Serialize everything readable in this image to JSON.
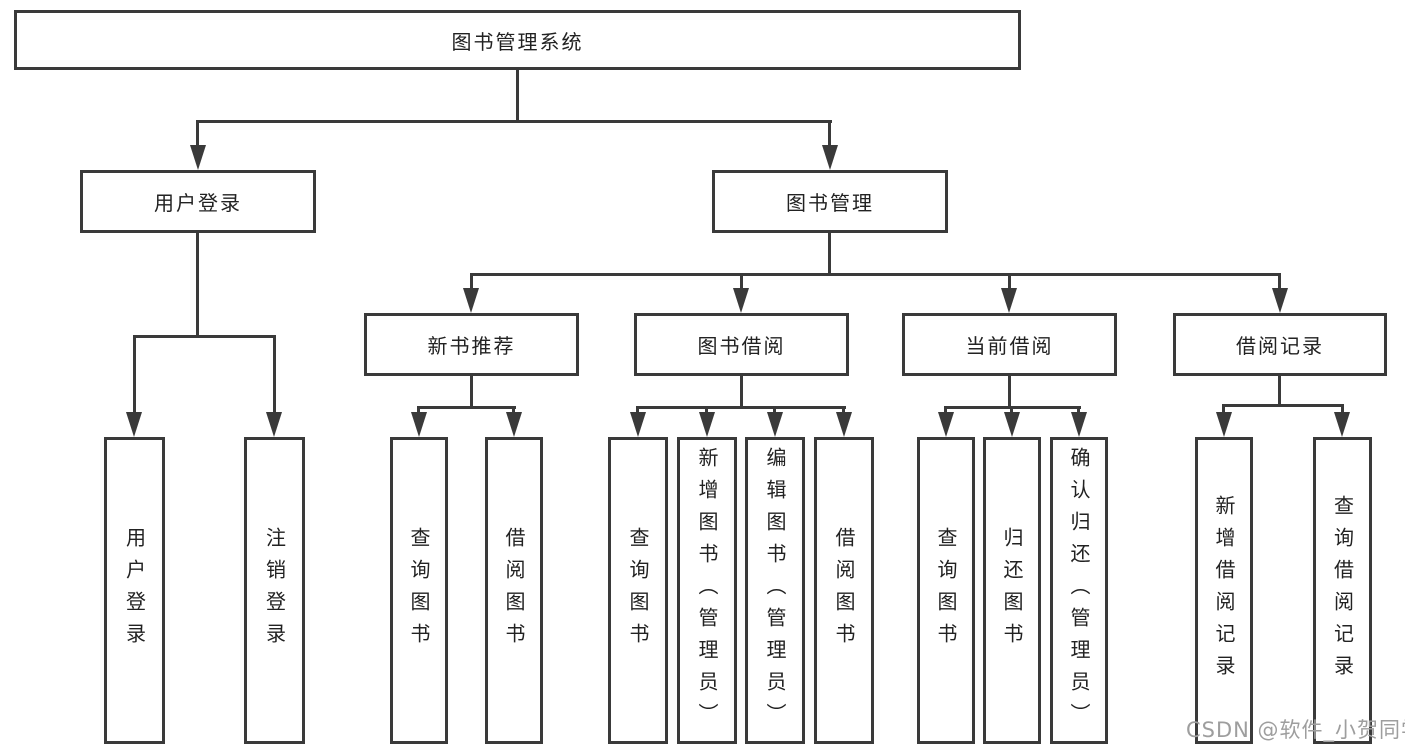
{
  "colors": {
    "background": "#ffffff",
    "line": "#3a3a3a",
    "box_border": "#3a3a3a",
    "text": "#222222",
    "watermark_text": "#9e9e9e"
  },
  "watermark": {
    "text": "CSDN @软件_小贺同学"
  },
  "tree": {
    "root": {
      "label": "图书管理系统"
    },
    "branches": [
      {
        "label": "用户登录",
        "children": [
          {
            "label": "用户登录"
          },
          {
            "label": "注销登录"
          }
        ]
      },
      {
        "label": "图书管理",
        "children": [
          {
            "label": "新书推荐",
            "children": [
              {
                "label": "查询图书"
              },
              {
                "label": "借阅图书"
              }
            ]
          },
          {
            "label": "图书借阅",
            "children": [
              {
                "label": "查询图书"
              },
              {
                "label": "新增图书（管理员）"
              },
              {
                "label": "编辑图书（管理员）"
              },
              {
                "label": "借阅图书"
              }
            ]
          },
          {
            "label": "当前借阅",
            "children": [
              {
                "label": "查询图书"
              },
              {
                "label": "归还图书"
              },
              {
                "label": "确认归还（管理员）"
              }
            ]
          },
          {
            "label": "借阅记录",
            "children": [
              {
                "label": "新增借阅记录"
              },
              {
                "label": "查询借阅记录"
              }
            ]
          }
        ]
      }
    ]
  }
}
